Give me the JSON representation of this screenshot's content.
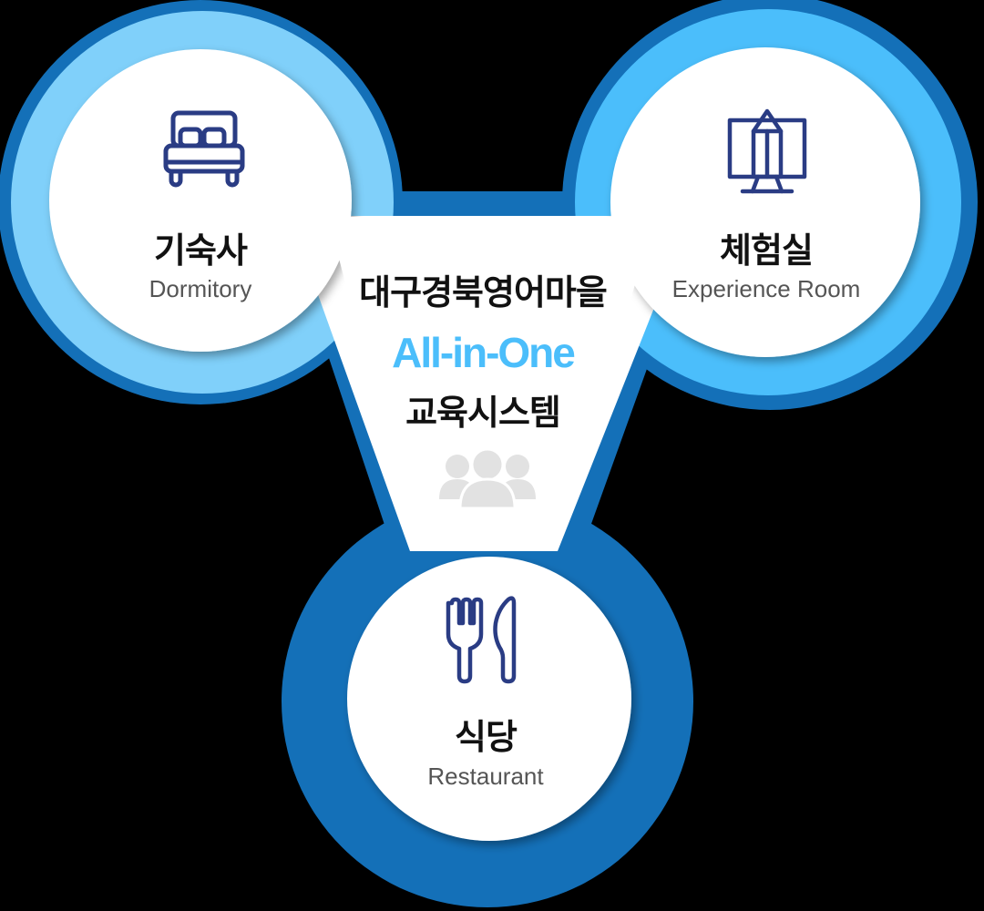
{
  "title": {
    "line1": "대구경북영어마을",
    "line2": "All-in-One",
    "line3": "교육시스템",
    "center_icon": "people-group-icon"
  },
  "nodes": [
    {
      "id": "dormitory",
      "label_ko": "기숙사",
      "label_en": "Dormitory",
      "icon": "bed-icon"
    },
    {
      "id": "experience-room",
      "label_ko": "체험실",
      "label_en": "Experience Room",
      "icon": "easel-monitor-pencil-icon"
    },
    {
      "id": "restaurant",
      "label_ko": "식당",
      "label_en": "Restaurant",
      "icon": "fork-knife-icon"
    }
  ],
  "colors": {
    "background": "#000000",
    "outer_ring": "#1470B8",
    "left_ring": "#80D0FA",
    "right_ring": "#4BBEFB",
    "bottom_ring": "#1470B8",
    "inner_fill": "#FFFFFF",
    "icon_stroke": "#2A3C84",
    "accent_text": "#4BBEFB",
    "people_icon": "#E2E2E2"
  }
}
